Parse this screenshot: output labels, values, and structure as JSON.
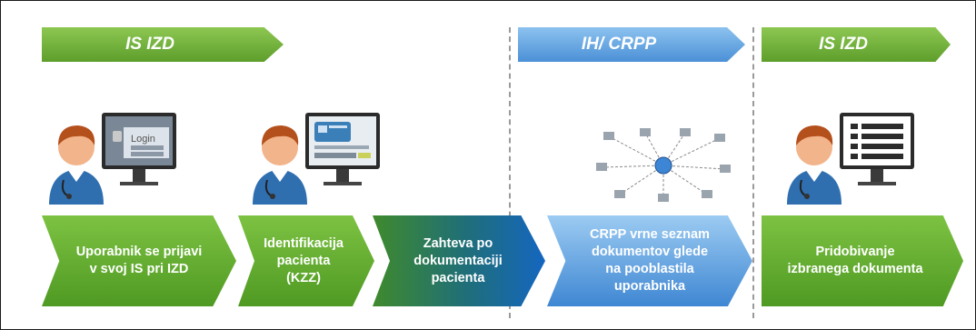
{
  "banners": {
    "left": "IS IZD",
    "middle": "IH/ CRPP",
    "right": "IS IZD"
  },
  "steps": [
    {
      "line1": "Uporabnik se prijavi",
      "line2": "v svoj IS pri IZD"
    },
    {
      "line1": "Identifikacija",
      "line2": "pacienta",
      "line3": "(KZZ)"
    },
    {
      "line1": "Zahteva po",
      "line2": "dokumentaciji",
      "line3": "pacienta"
    },
    {
      "line1": "CRPP vrne seznam",
      "line2": "dokumentov glede",
      "line3": "na pooblastila",
      "line4": "uporabnika"
    },
    {
      "line1": "Pridobivanje",
      "line2": "izbranega dokumenta"
    }
  ],
  "screen_text": {
    "login": "Login"
  },
  "colors": {
    "green": "#6aad3a",
    "blue": "#5b9fe0",
    "skin": "#f2b48a",
    "hair": "#b4501c",
    "coat": "#2f6fb0"
  }
}
